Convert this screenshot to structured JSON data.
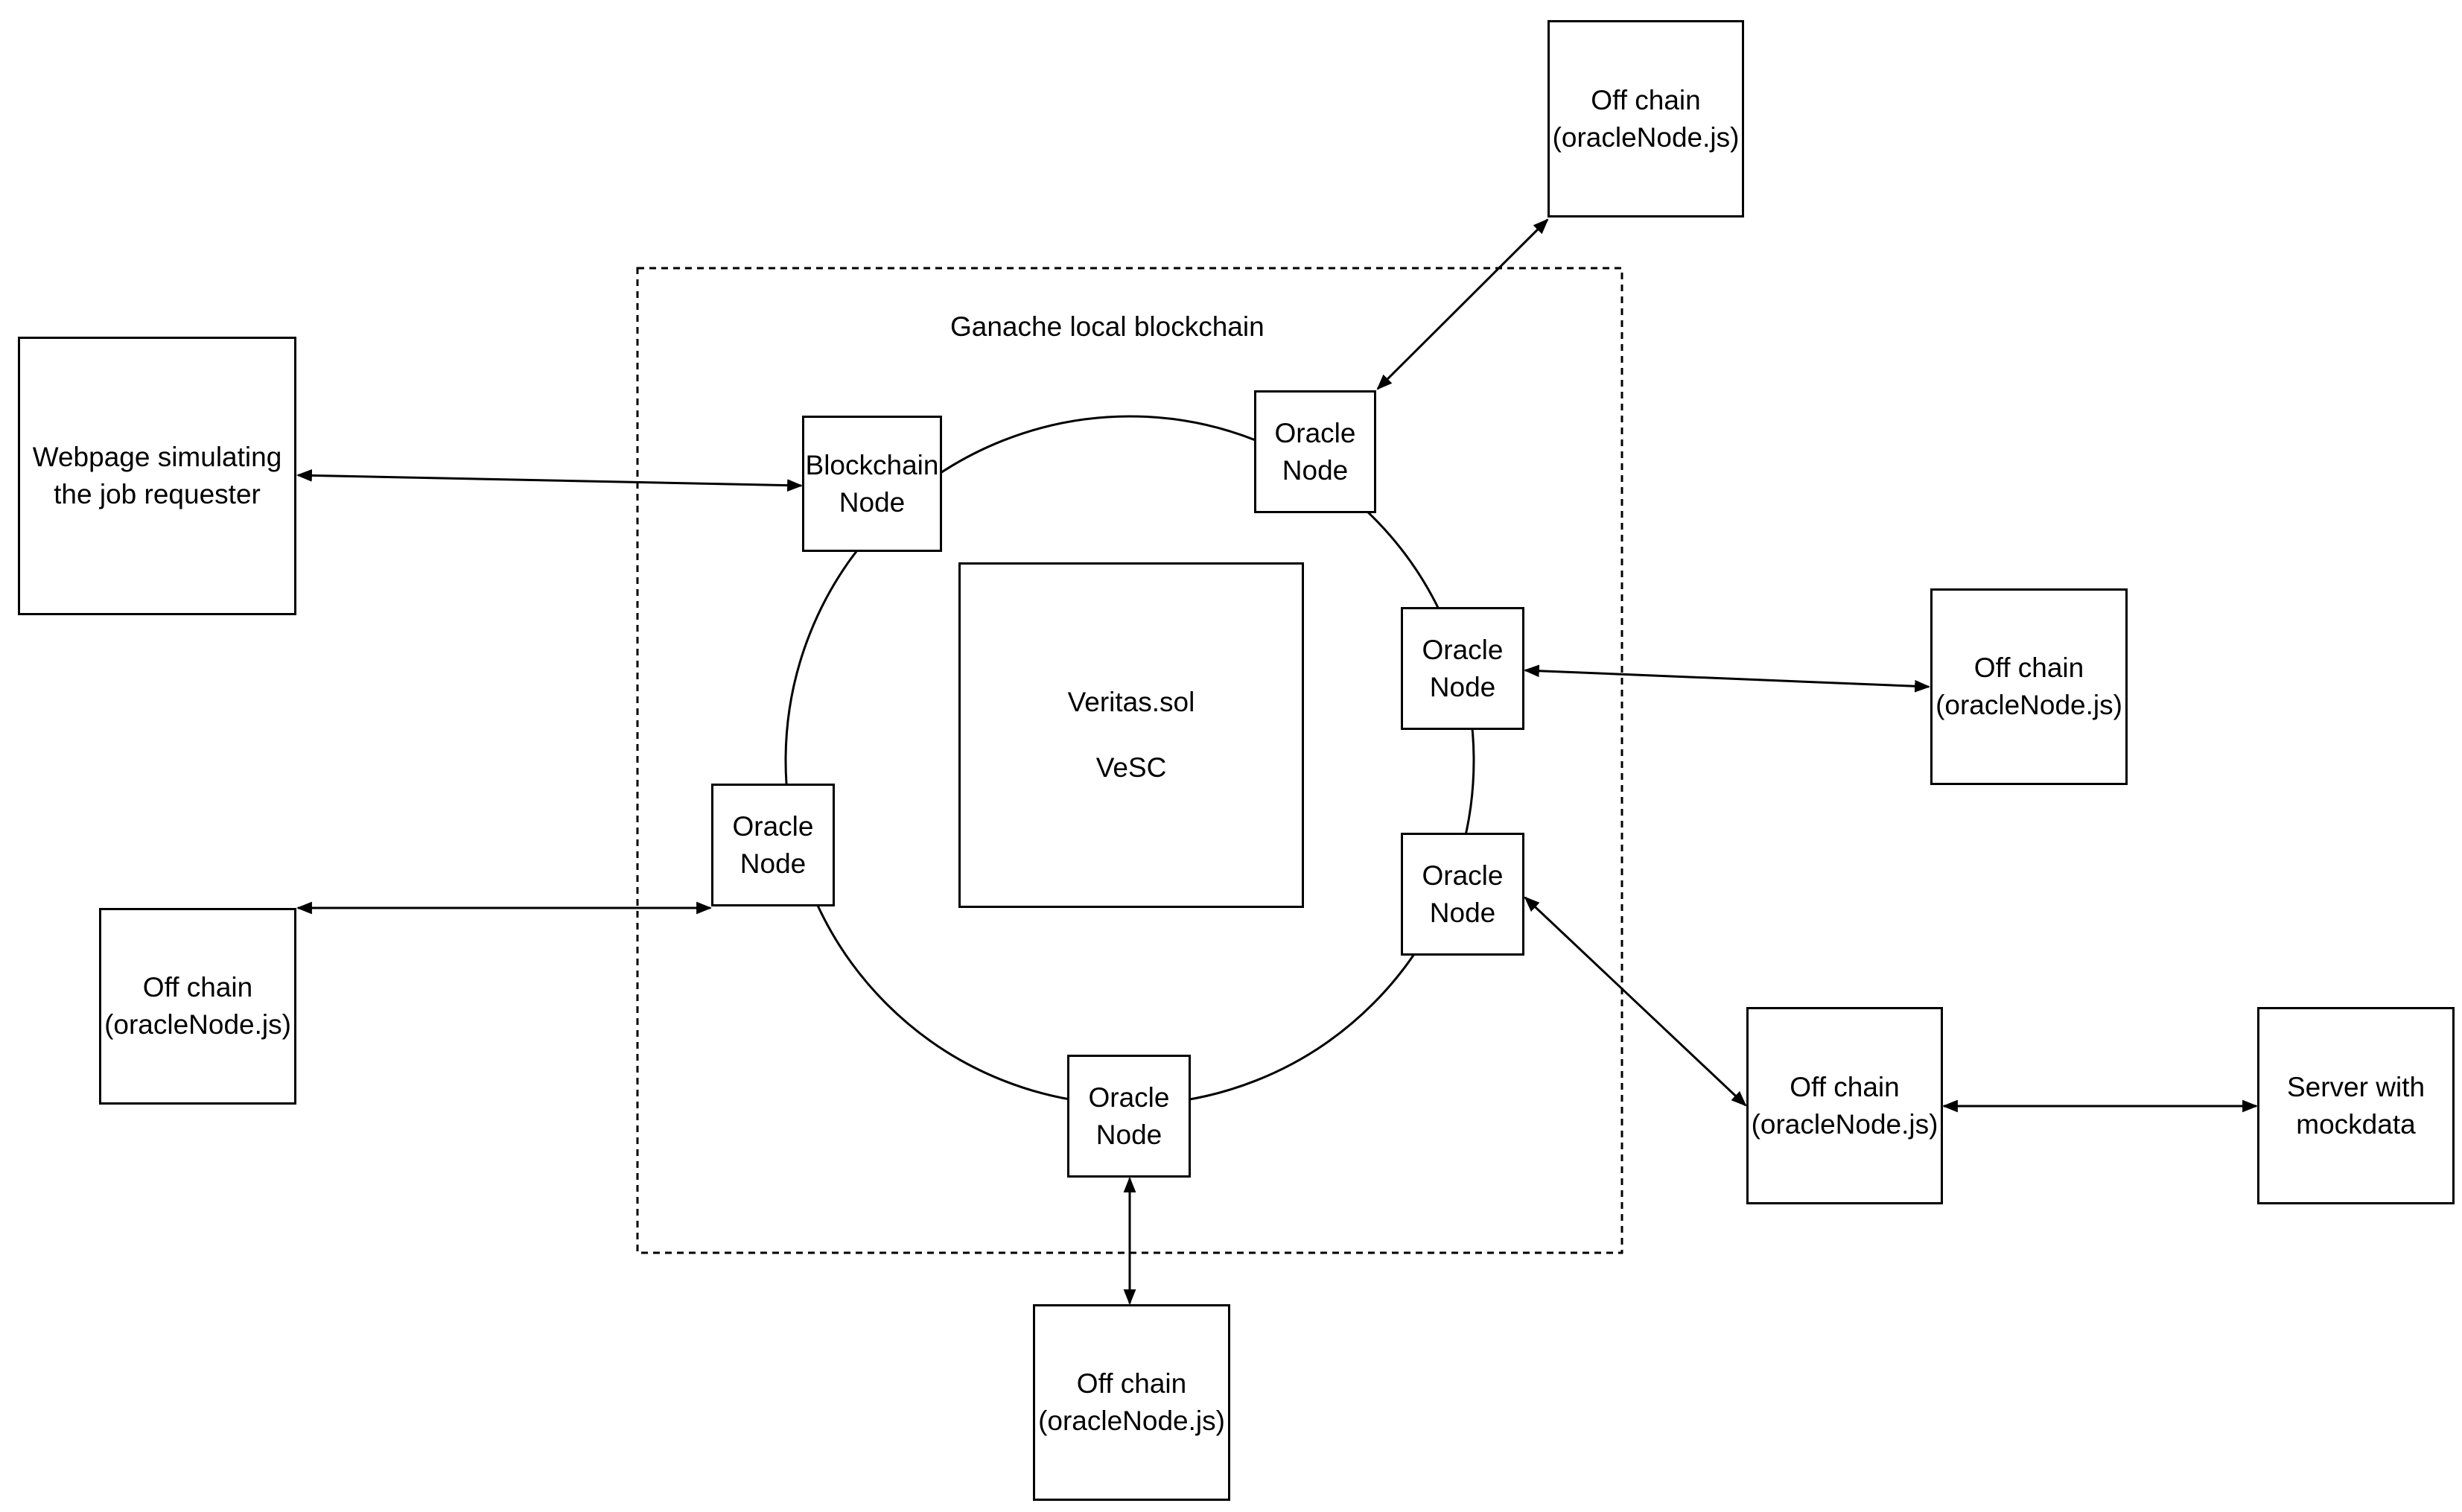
{
  "colors": {
    "stroke": "#000000",
    "background": "#ffffff"
  },
  "container": {
    "label": "Ganache local blockchain"
  },
  "contract": {
    "line1": "Veritas.sol",
    "line2": "VeSC"
  },
  "requester": {
    "line1": "Webpage simulating",
    "line2": "the job requester"
  },
  "blockchain_node": {
    "line1": "Blockchain",
    "line2": "Node"
  },
  "oracle_nodes": [
    {
      "line1": "Oracle",
      "line2": "Node"
    },
    {
      "line1": "Oracle",
      "line2": "Node"
    },
    {
      "line1": "Oracle",
      "line2": "Node"
    },
    {
      "line1": "Oracle",
      "line2": "Node"
    },
    {
      "line1": "Oracle",
      "line2": "Node"
    }
  ],
  "offchain_nodes": [
    {
      "line1": "Off chain",
      "line2": "(oracleNode.js)"
    },
    {
      "line1": "Off chain",
      "line2": "(oracleNode.js)"
    },
    {
      "line1": "Off chain",
      "line2": "(oracleNode.js)"
    },
    {
      "line1": "Off chain",
      "line2": "(oracleNode.js)"
    },
    {
      "line1": "Off chain",
      "line2": "(oracleNode.js)"
    }
  ],
  "server": {
    "line1": "Server with",
    "line2": "mockdata"
  }
}
